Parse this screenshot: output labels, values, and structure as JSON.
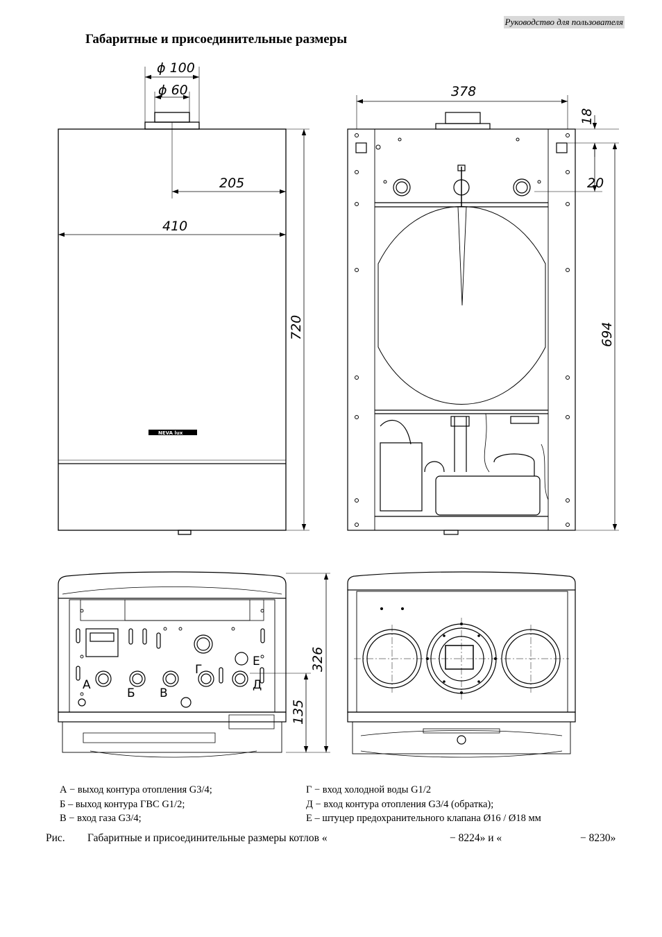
{
  "header": {
    "tag": "Руководство для пользователя"
  },
  "title": "Габаритные и присоединительные размеры",
  "dimensions": {
    "flue_outer": "ϕ 100",
    "flue_inner": "ϕ 60",
    "flue_offset": "205",
    "width_front": "410",
    "height_front": "720",
    "width_back": "378",
    "top_offset": "18",
    "mount_offset": "20",
    "height_back": "694",
    "depth": "326",
    "pipe_height": "135"
  },
  "brand_mark": "NEVA lux",
  "connection_letters": [
    "А",
    "Б",
    "В",
    "Г",
    "Д",
    "Е"
  ],
  "legend": {
    "left": [
      "А − выход контура отопления G3/4;",
      "Б – выход контура ГВС G1/2;",
      "В − вход газа G3/4;"
    ],
    "right": [
      "Г − вход холодной воды G1/2",
      "Д − вход контура отопления G3/4 (обратка);",
      "Е – штуцер предохранительного клапана Ø16 / Ø18 мм"
    ]
  },
  "caption": {
    "label": "Рис.",
    "text": "Габаритные и присоединительные размеры котлов «",
    "model_a": "− 8224» и «",
    "model_b": "− 8230»"
  }
}
